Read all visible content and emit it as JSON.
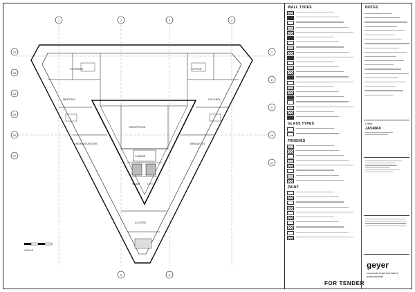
{
  "legend": {
    "wall_types_title": "WALL TYPES",
    "glass_types_title": "GLASS TYPES",
    "finishes_title": "FINISHES",
    "paint_title": "PAINT"
  },
  "notes_title": "NOTES",
  "title_block": {
    "client_label": "Client",
    "client": "JASMAX",
    "logo_text": "geyer",
    "tagline": "corporate retail and future environments"
  },
  "stamp": "FOR TENDER",
  "plan": {
    "scale_label": "SCALE",
    "grid_top": [
      "1",
      "2",
      "3",
      "4"
    ],
    "grid_left": [
      "12",
      "13",
      "14",
      "15",
      "16",
      "17"
    ],
    "grid_right": [
      "7",
      "8",
      "9",
      "10",
      "11"
    ],
    "grid_bottom": [
      "5",
      "6"
    ],
    "room_labels": [
      "STORAGE",
      "OFFICE",
      "MEETING",
      "KITCHEN",
      "RECEPTION",
      "WORKSTATIONS",
      "COMMS",
      "STAIR",
      "LIFT",
      "ACCESS",
      "BREAKOUT"
    ]
  }
}
